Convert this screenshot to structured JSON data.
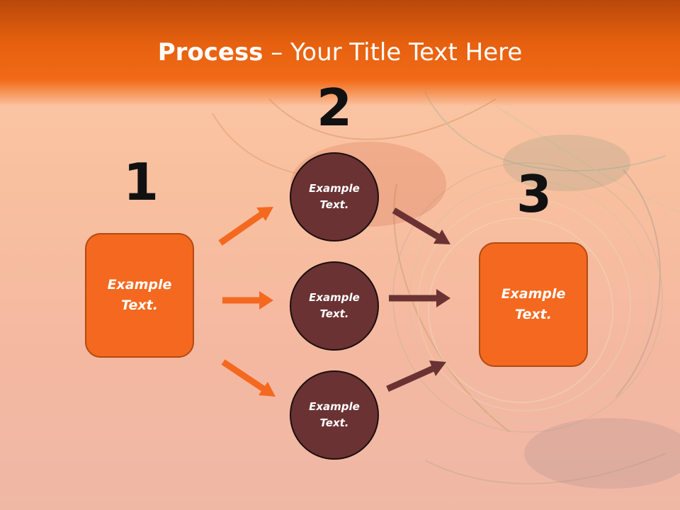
{
  "title": {
    "bold": "Process",
    "rest": " – Your Title Text Here"
  },
  "steps": {
    "one": "1",
    "two": "2",
    "three": "3"
  },
  "left_box": {
    "text": "Example Text."
  },
  "circles": [
    {
      "text": "Example Text."
    },
    {
      "text": "Example Text."
    },
    {
      "text": "Example Text."
    }
  ],
  "right_box": {
    "text": "Example Text."
  },
  "colors": {
    "header": "#f26a17",
    "box_fill": "#f4691f",
    "circle_fill": "#6b3233",
    "orange_arrow": "#f4691f",
    "brown_arrow": "#6b3233"
  }
}
